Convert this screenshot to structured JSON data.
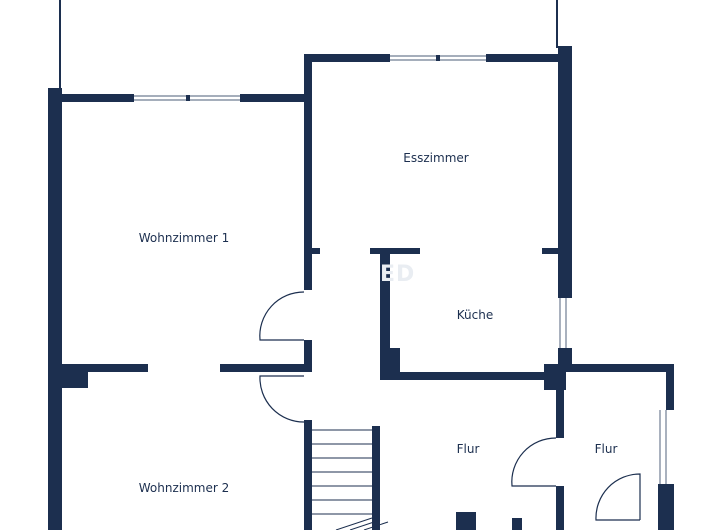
{
  "plan": {
    "rooms": [
      {
        "id": "wohnzimmer-1",
        "label": "Wohnzimmer 1"
      },
      {
        "id": "wohnzimmer-2",
        "label": "Wohnzimmer 2"
      },
      {
        "id": "esszimmer",
        "label": "Esszimmer"
      },
      {
        "id": "kueche",
        "label": "Küche"
      },
      {
        "id": "flur-1",
        "label": "Flur"
      },
      {
        "id": "flur-2",
        "label": "Flur"
      }
    ],
    "watermark": "ED",
    "colors": {
      "wall": "#1c2f4f",
      "background": "#ffffff",
      "fixture": "#6f7d92"
    }
  }
}
